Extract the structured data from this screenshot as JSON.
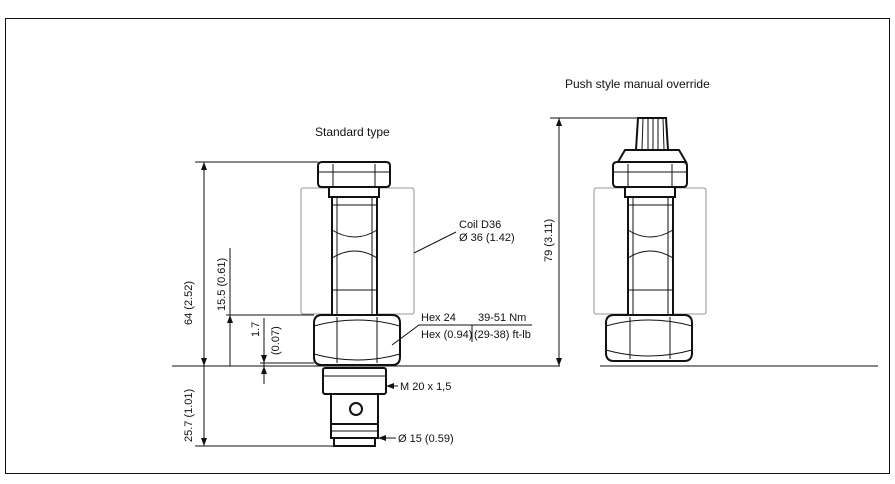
{
  "standard": {
    "title": "Standard type",
    "dim_overall": "64 (2.52)",
    "dim_upper": "15.5 (0.61)",
    "dim_small_1": "1.7",
    "dim_small_2": "(0.07)",
    "dim_lower": "25.7 (1.01)",
    "coil_1": "Coil D36",
    "coil_2": "Ø 36 (1.42)",
    "hex_1": "Hex 24",
    "hex_2": "Hex (0.94)",
    "torque_1": "39-51 Nm",
    "torque_2": "(29-38) ft-lb",
    "thread": "M 20 x 1,5",
    "bore": "Ø 15 (0.59)"
  },
  "override": {
    "title": "Push style manual override",
    "dim_overall": "79 (3.11)"
  }
}
